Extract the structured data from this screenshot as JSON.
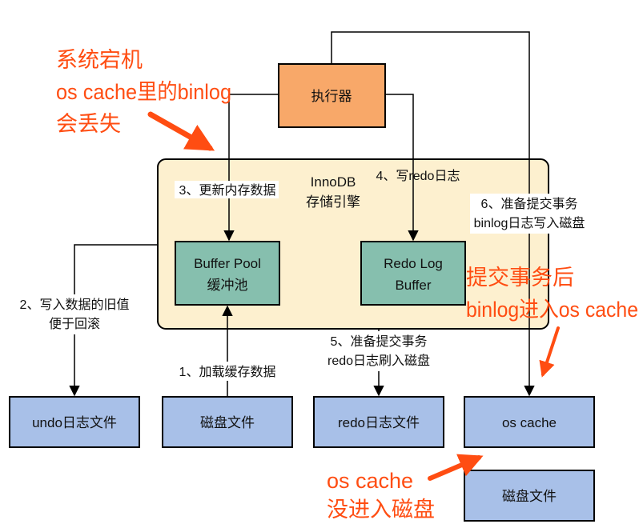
{
  "colors": {
    "executor_fill": "#f8a869",
    "engine_fill": "#fdf0cf",
    "buffer_fill": "#86bfae",
    "file_fill": "#a8c0e8",
    "annotation": "#ff4d12",
    "line": "#000000"
  },
  "nodes": {
    "executor": "执行器",
    "engine_line1": "InnoDB",
    "engine_line2": "存储引擎",
    "buffer_pool_line1": "Buffer Pool",
    "buffer_pool_line2": "缓冲池",
    "redo_buffer_line1": "Redo Log",
    "redo_buffer_line2": "Buffer",
    "undo_file": "undo日志文件",
    "disk_file": "磁盘文件",
    "redo_file": "redo日志文件",
    "os_cache": "os cache",
    "disk_file_2": "磁盘文件"
  },
  "edges": {
    "step1": "1、加载缓存数据",
    "step2_line1": "2、写入数据的旧值",
    "step2_line2": "便于回滚",
    "step3": "3、更新内存数据",
    "step4": "4、写redo日志",
    "step5_line1": "5、准备提交事务",
    "step5_line2": "redo日志刷入磁盘",
    "step6_line1": "6、准备提交事务",
    "step6_line2": "binlog日志写入磁盘"
  },
  "annotations": {
    "crash_line1": "系统宕机",
    "crash_line2": "os cache里的binlog",
    "crash_line3": "会丢失",
    "commit_line1": "提交事务后",
    "commit_line2": "binlog进入os cache",
    "disk_line1": "os cache",
    "disk_line2": "没进入磁盘"
  }
}
